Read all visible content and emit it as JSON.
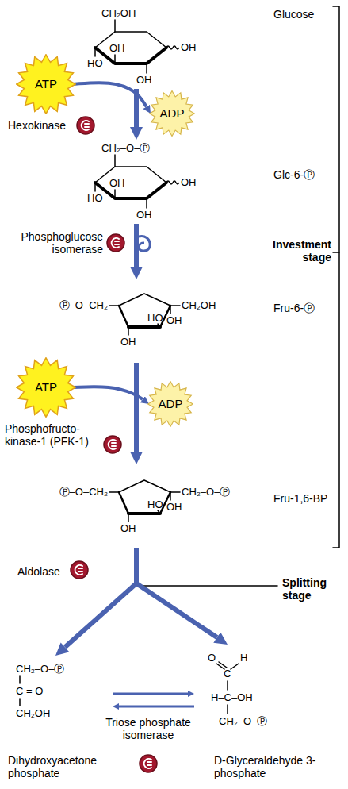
{
  "diagram": {
    "nodes": [
      {
        "text": [
          "Glucose"
        ]
      },
      {
        "text": [
          "ATP"
        ]
      },
      {
        "text": [
          "ADP"
        ]
      },
      {
        "text": [
          "Glc-6-Ⓟ"
        ]
      },
      {
        "text": [
          "Fru-6-Ⓟ"
        ]
      },
      {
        "text": [
          "ATP"
        ]
      },
      {
        "text": [
          "ADP"
        ]
      },
      {
        "text": [
          "Fru-1,6-BP"
        ]
      },
      {
        "text": [
          "Dihydroxyacetone phosphate"
        ]
      },
      {
        "text": [
          "D-Glyceraldehyde 3-phosphate"
        ]
      }
    ],
    "edges": [
      {
        "from": 0,
        "to": 3,
        "arrow": "to"
      },
      {
        "from": 1,
        "to": 2,
        "arrow": "to"
      },
      {
        "from": 3,
        "to": 4,
        "arrow": "to"
      },
      {
        "from": 4,
        "to": 7,
        "arrow": "to"
      },
      {
        "from": 5,
        "to": 6,
        "arrow": "to"
      },
      {
        "from": 7,
        "to": 8,
        "arrow": "to"
      },
      {
        "from": 7,
        "to": 9,
        "arrow": "to"
      },
      {
        "from": 8,
        "to": 9,
        "arrow": "to"
      },
      {
        "from": 9,
        "to": 8,
        "arrow": "to"
      }
    ],
    "labels": [
      "CH₂OH",
      "HO",
      "OH",
      "OH",
      "OH",
      "Hexokinase",
      "CH₂–O–Ⓟ",
      "HO",
      "OH",
      "OH",
      "OH",
      "Phosphoglucose isomerase",
      "Ⓟ–O–CH₂",
      "CH₂OH",
      "HO",
      "OH",
      "OH",
      "Phosphofructo- kinase-1 (PFK-1)",
      "Ⓟ–O–CH₂",
      "CH₂–O–Ⓟ",
      "HO",
      "OH",
      "OH",
      "Investment stage",
      "Aldolase",
      "Splitting stage",
      "CH₂–O–Ⓟ",
      "C = O",
      "CH₂OH",
      "O",
      "H",
      "C",
      "H–C–OH",
      "CH₂–O–Ⓟ",
      "Triose phosphate isomerase"
    ]
  }
}
